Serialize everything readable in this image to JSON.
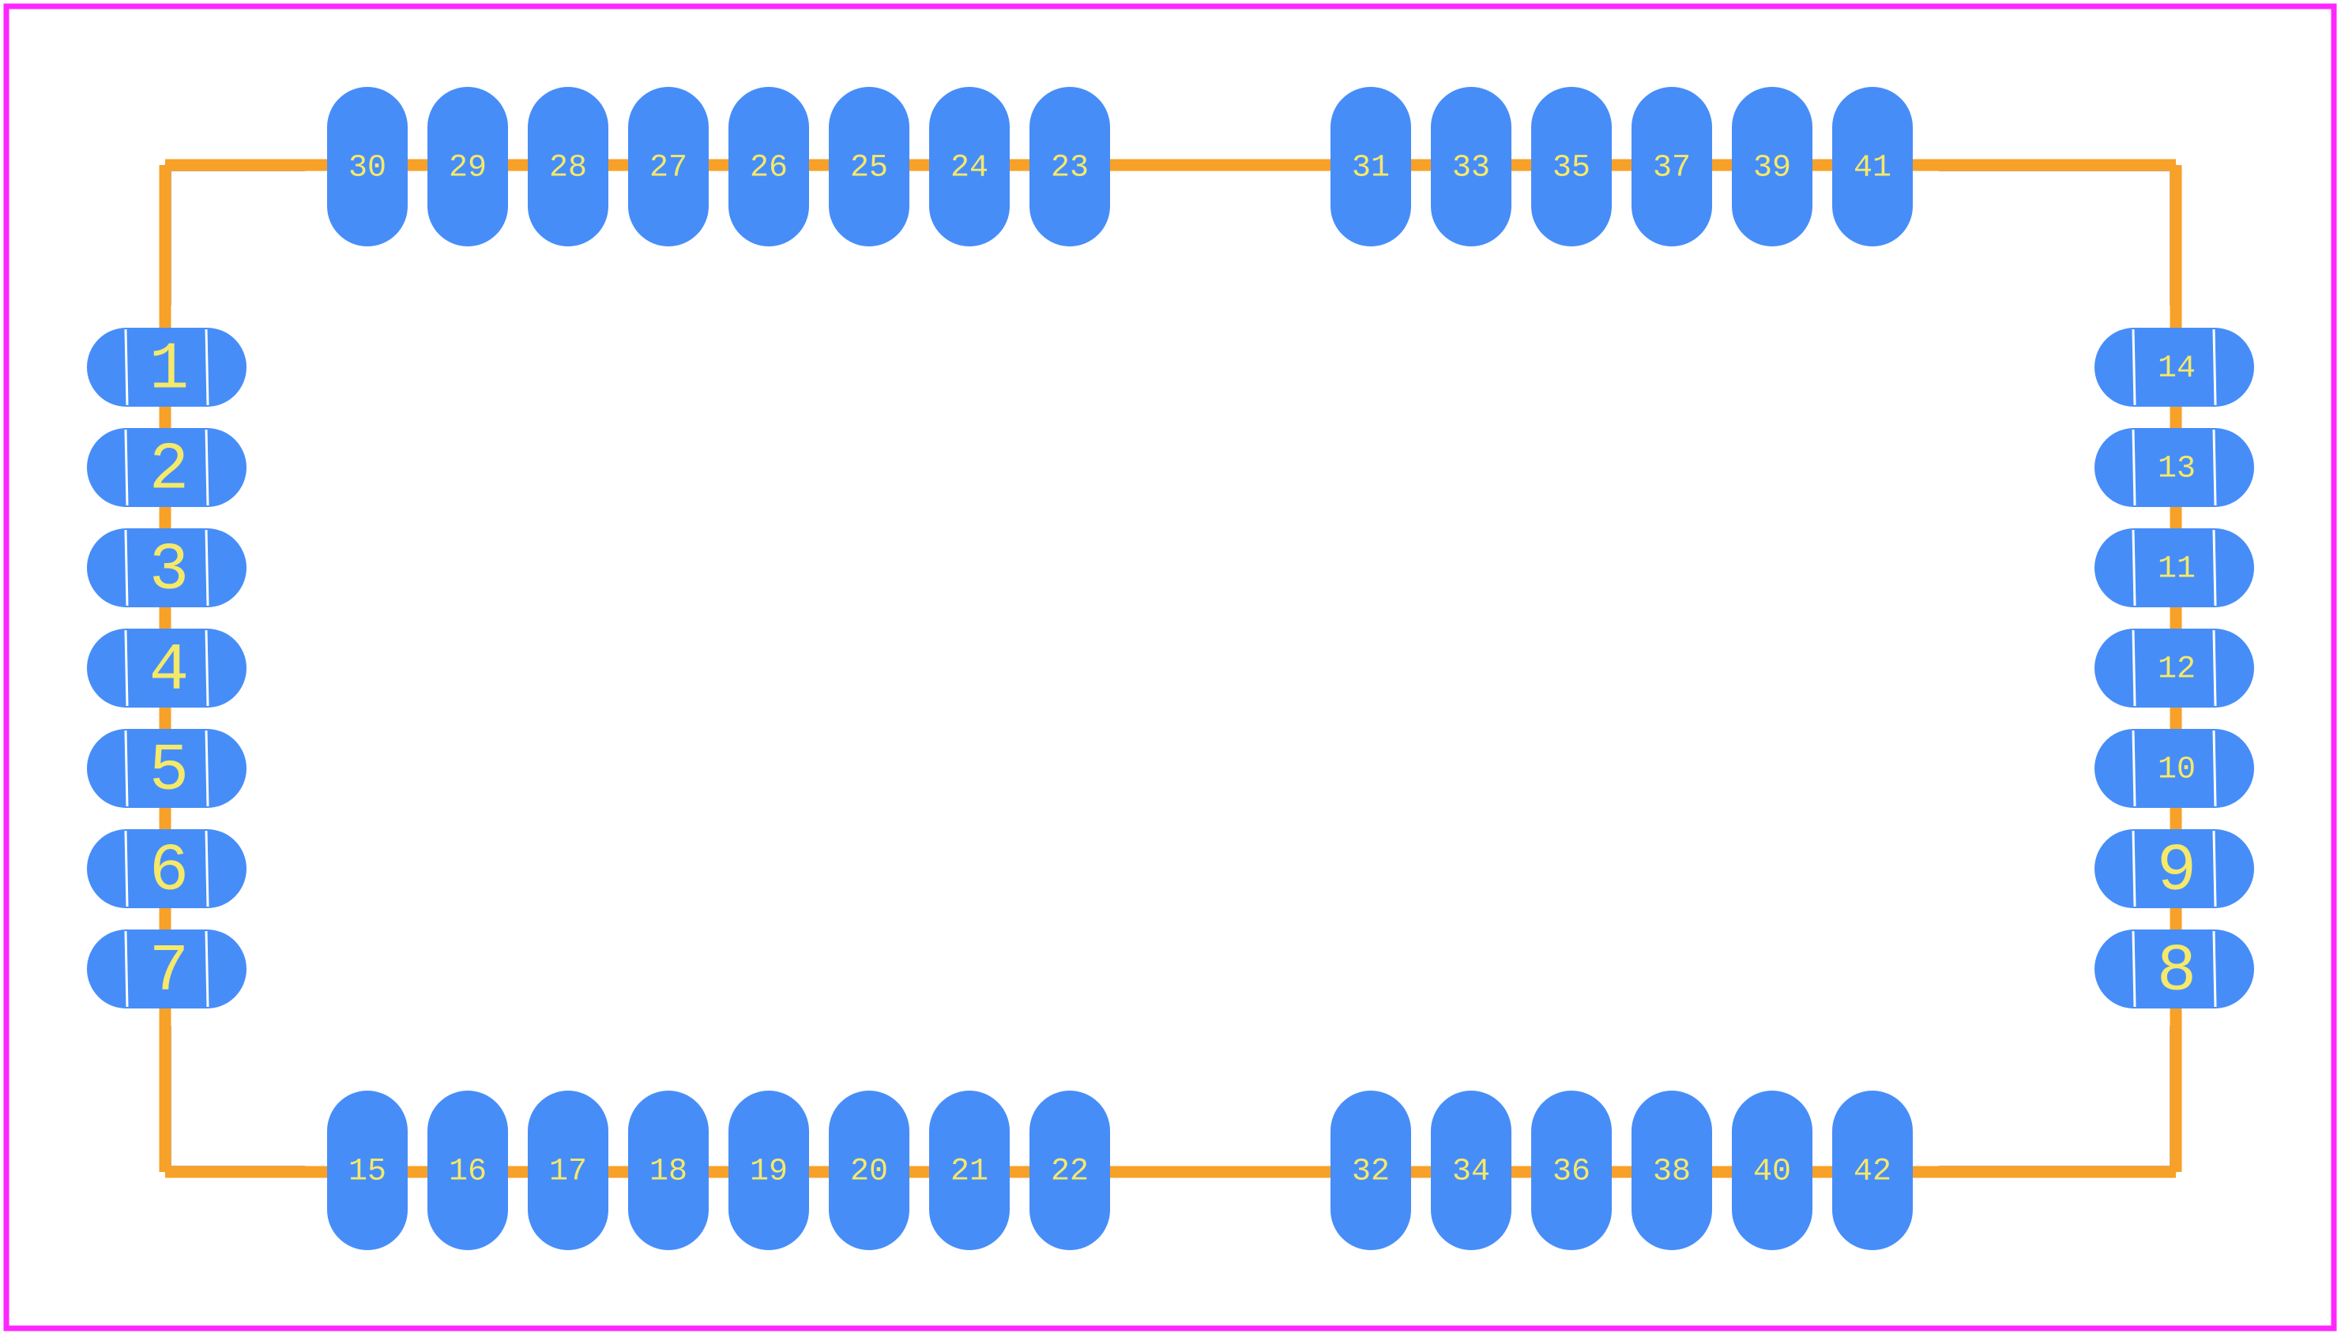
{
  "colors": {
    "background": "#ffffff",
    "board_outline": "#ff26ff",
    "silkscreen": "#f7a128",
    "courtyard": "#b4b4be",
    "pad": "#478df8",
    "pad_label": "#f5e96a"
  },
  "footprint": {
    "top_row_left": [
      "30",
      "29",
      "28",
      "27",
      "26",
      "25",
      "24",
      "23"
    ],
    "top_row_right": [
      "31",
      "33",
      "35",
      "37",
      "39",
      "41"
    ],
    "bottom_row_left": [
      "15",
      "16",
      "17",
      "18",
      "19",
      "20",
      "21",
      "22"
    ],
    "bottom_row_right": [
      "32",
      "34",
      "36",
      "38",
      "40",
      "42"
    ],
    "left_column": [
      "1",
      "2",
      "3",
      "4",
      "5",
      "6",
      "7"
    ],
    "right_column": [
      "14",
      "13",
      "11",
      "12",
      "10",
      "9",
      "8"
    ]
  }
}
